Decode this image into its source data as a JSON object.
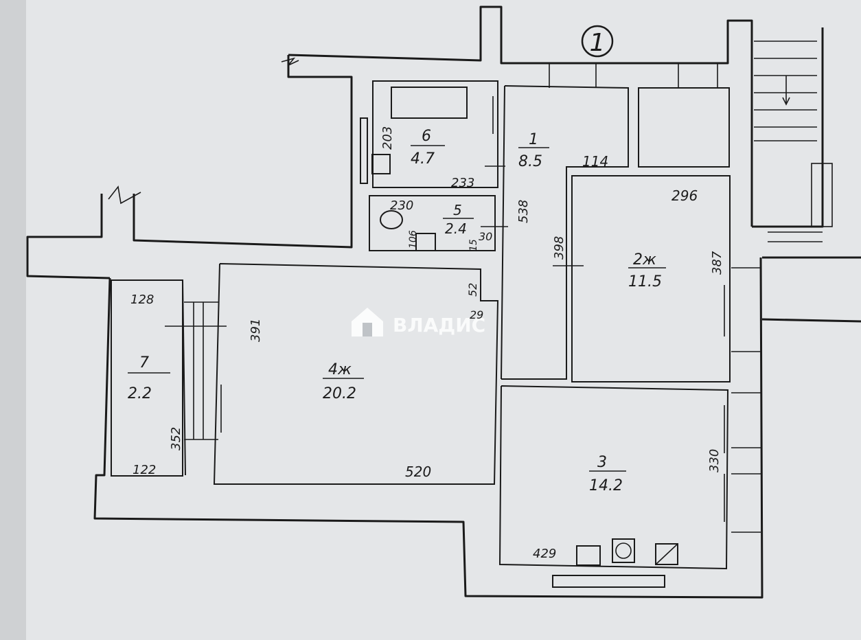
{
  "plan_marker": "1",
  "watermark": {
    "text": "ВЛАДИС",
    "icon": "house-logo-icon"
  },
  "rooms": [
    {
      "id": "r1",
      "number": "1",
      "area": "8.5"
    },
    {
      "id": "r2",
      "number": "2ж",
      "area": "11.5"
    },
    {
      "id": "r3",
      "number": "3",
      "area": "14.2"
    },
    {
      "id": "r4",
      "number": "4ж",
      "area": "20.2"
    },
    {
      "id": "r5",
      "number": "5",
      "area": "2.4"
    },
    {
      "id": "r6",
      "number": "6",
      "area": "4.7"
    },
    {
      "id": "r7",
      "number": "7",
      "area": "2.2"
    }
  ],
  "dimensions": {
    "d203": "203",
    "d233": "233",
    "d114": "114",
    "d230": "230",
    "d538": "538",
    "d106": "106",
    "d15": "15",
    "d30": "30",
    "d296": "296",
    "d398": "398",
    "d387": "387",
    "d52": "52",
    "d29": "29",
    "d128": "128",
    "d391": "391",
    "d352": "352",
    "d122": "122",
    "d520": "520",
    "d330": "330",
    "d429": "429"
  }
}
